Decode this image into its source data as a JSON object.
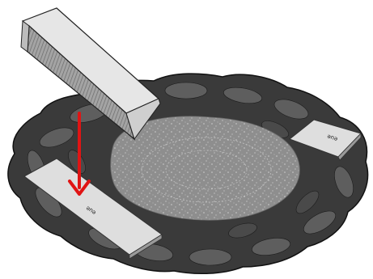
{
  "labels": {
    "left_strip": "ənə",
    "right_strip": "ənə"
  },
  "colors": {
    "arrow": "#e01414",
    "strip_fill": "#dcdcdc",
    "beam_top": "#e4e4e4",
    "beam_side": "#9a9a9a",
    "foliage_dark": "#2e2e2e",
    "foliage_mid": "#5a5a5a",
    "center": "#8c8c8c"
  },
  "icons": {
    "arrow": "red-down-arrow-icon",
    "beam": "angle-beam",
    "strips": "label-strip"
  }
}
